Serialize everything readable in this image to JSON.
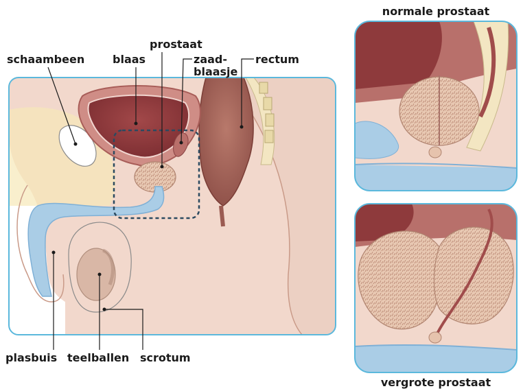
{
  "labels": {
    "schaambeen": "schaambeen",
    "blaas": "blaas",
    "prostaat": "prostaat",
    "zaadblaasje_line1": "zaad-",
    "zaadblaasje_line2": "blaasje",
    "rectum": "rectum",
    "plasbuis": "plasbuis",
    "teelballen": "teelballen",
    "scrotum": "scrotum"
  },
  "insets": {
    "normal_title": "normale prostaat",
    "enlarged_title": "vergrote prostaat"
  },
  "colors": {
    "frame": "#5bb8dc",
    "skin": "#f2d8cc",
    "skin_dark": "#e4beae",
    "bone": "#f6edc6",
    "bone_outline": "#d9c98f",
    "bladder_outer": "#c77d78",
    "bladder_inner": "#8e3a3c",
    "urethra_blue": "#aacde6",
    "urethra_blue_dark": "#7fb0d6",
    "prostate": "#e6c3ad",
    "rectum_dark": "#9b5b52",
    "testis": "#d9b7a6",
    "zoom_box": "#2b4a60"
  }
}
